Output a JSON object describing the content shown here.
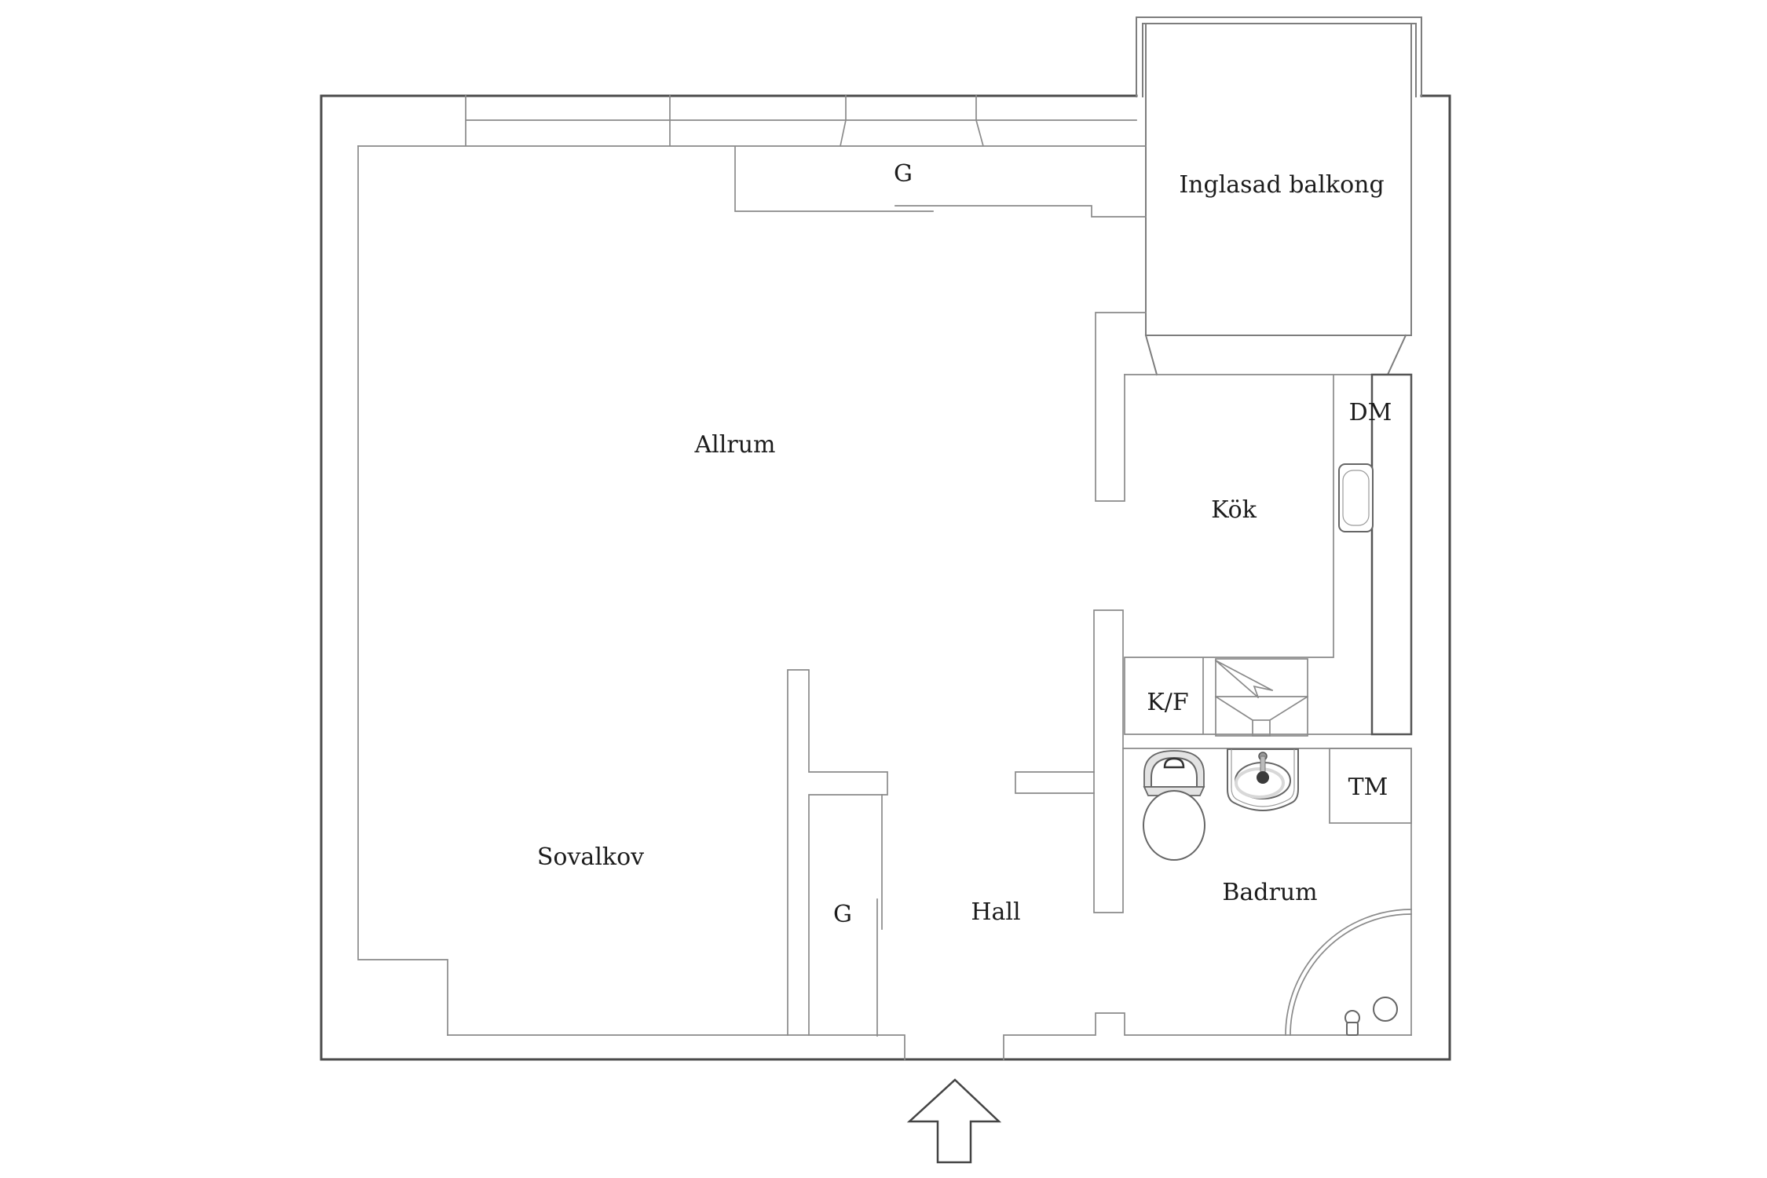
{
  "labels": {
    "balcony": "Inglasad balkong",
    "living_room": "Allrum",
    "kitchen": "Kök",
    "dishwasher": "DM",
    "fridge_freezer": "K/F",
    "washing_machine": "TM",
    "sleeping_alcove": "Sovalkov",
    "hall": "Hall",
    "bathroom": "Badrum",
    "wardrobe_top": "G",
    "wardrobe_hall": "G"
  },
  "colors": {
    "background": "#ffffff",
    "outer_wall": "#4a4a4a",
    "inner_line": "#8a8a8a",
    "balcony_line": "#7d7d7d",
    "text": "#1c1c1c",
    "fixture_shade": "#e3e3e3"
  }
}
